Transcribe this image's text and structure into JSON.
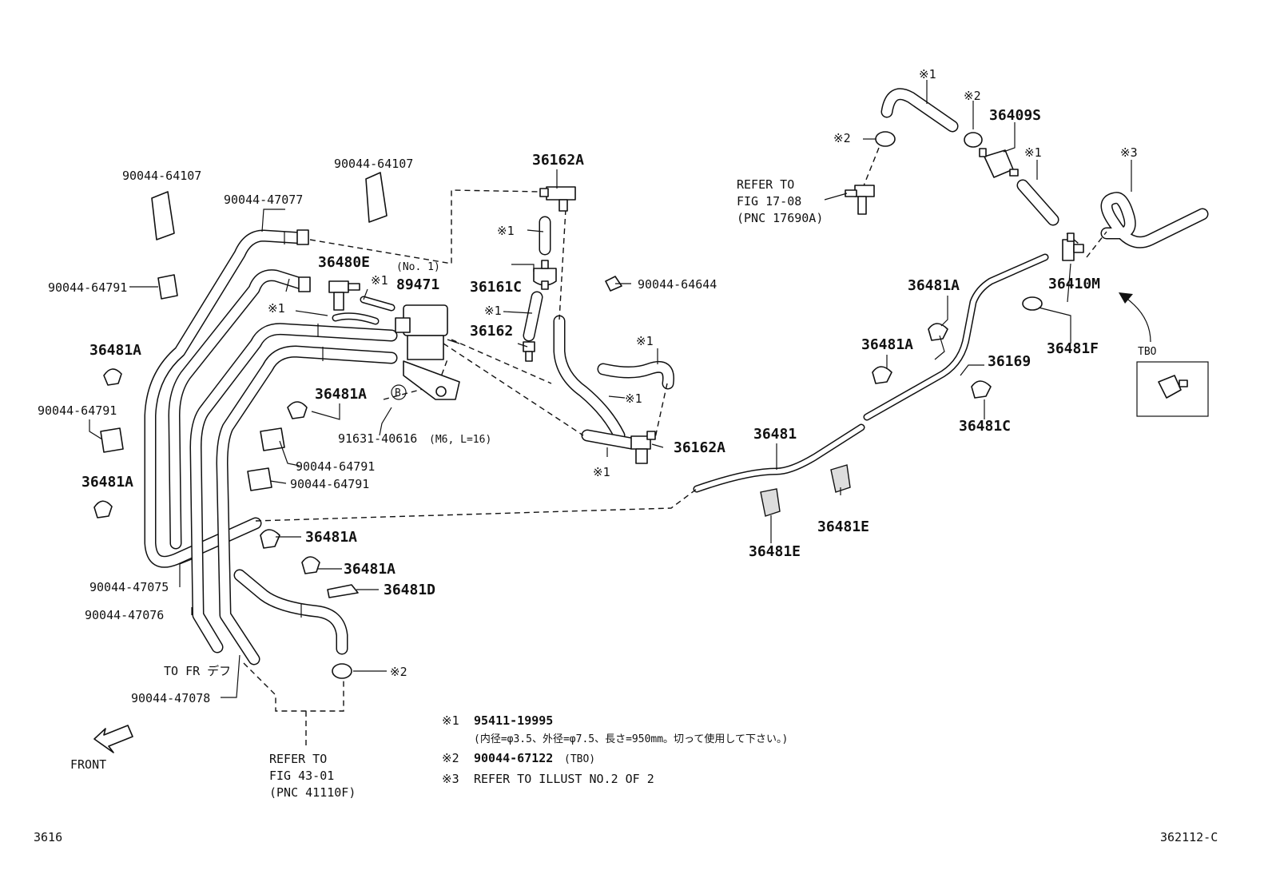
{
  "parts": {
    "p_36162A_top": "36162A",
    "p_36162A_bot": "36162A",
    "p_36161C": "36161C",
    "p_36162": "36162",
    "p_89471": "89471",
    "p_89471_no": "(No. 1)",
    "p_36480E": "36480E",
    "p_91631": "91631-40616",
    "p_91631_spec": "(M6, L=16)",
    "p_B_mark": "B",
    "p_90044_64107_a": "90044-64107",
    "p_90044_64107_b": "90044-64107",
    "p_90044_47077": "90044-47077",
    "p_90044_64791_a": "90044-64791",
    "p_90044_64791_b": "90044-64791",
    "p_90044_64791_c": "90044-64791",
    "p_90044_64791_d": "90044-64791",
    "p_90044_64644": "90044-64644",
    "p_36481A_1": "36481A",
    "p_36481A_2": "36481A",
    "p_36481A_3": "36481A",
    "p_36481A_4": "36481A",
    "p_36481A_5": "36481A",
    "p_36481A_6": "36481A",
    "p_36481A_7": "36481A",
    "p_36481D": "36481D",
    "p_90044_47075": "90044-47075",
    "p_90044_47076": "90044-47076",
    "p_90044_47078": "90044-47078",
    "p_36481": "36481",
    "p_36481E_1": "36481E",
    "p_36481E_2": "36481E",
    "p_36169": "36169",
    "p_36481C": "36481C",
    "p_36481F": "36481F",
    "p_36410M": "36410M",
    "p_36409S": "36409S"
  },
  "marks": {
    "m1": "※1",
    "m2": "※2",
    "m3": "※3"
  },
  "refs": {
    "refer_a_1": "REFER TO",
    "refer_a_2": "FIG 17-08",
    "refer_a_3": "(PNC 17690A)",
    "refer_b_1": "REFER TO",
    "refer_b_2": "FIG 43-01",
    "refer_b_3": "(PNC 41110F)",
    "to_fr": "TO FR デフ",
    "front": "FRONT",
    "tbo": "TBO"
  },
  "notes": {
    "n1_mark": "※1",
    "n1_pn": "95411-19995",
    "n1_desc": "(内径=φ3.5、外径=φ7.5、長さ=950mm。切って使用して下さい。)",
    "n2_mark": "※2",
    "n2_pn": "90044-67122",
    "n2_tag": "(TBO)",
    "n3_mark": "※3",
    "n3_desc": "REFER TO ILLUST NO.2 OF 2"
  },
  "footer": {
    "page_code": "3616",
    "fig_code": "362112-C"
  }
}
